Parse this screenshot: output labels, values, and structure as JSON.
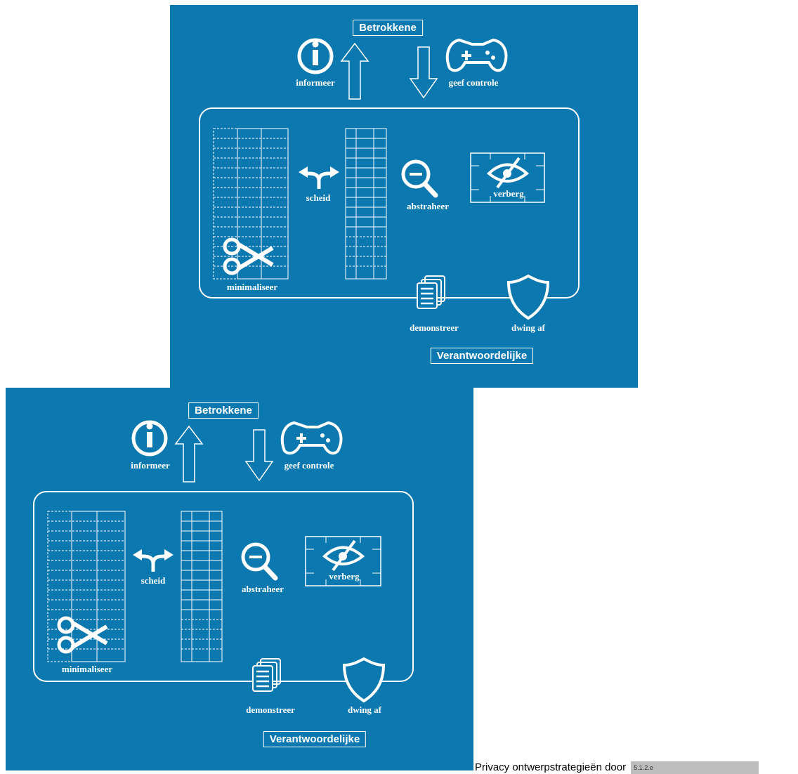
{
  "diagrams": [
    {
      "top_box": "Betrokkene",
      "bottom_box": "Verantwoordelijke",
      "labels": {
        "informeer": "informeer",
        "geef_controle": "geef controle",
        "scheid": "scheid",
        "abstraheer": "abstraheer",
        "verberg": "verberg",
        "minimaliseer": "minimaliseer",
        "demonstreer": "demonstreer",
        "dwing_af": "dwing af"
      }
    },
    {
      "top_box": "Betrokkene",
      "bottom_box": "Verantwoordelijke",
      "labels": {
        "informeer": "informeer",
        "geef_controle": "geef controle",
        "scheid": "scheid",
        "abstraheer": "abstraheer",
        "verberg": "verberg",
        "minimaliseer": "minimaliseer",
        "demonstreer": "demonstreer",
        "dwing_af": "dwing af"
      }
    }
  ],
  "caption": {
    "text": "Privacy ontwerpstrategieën door",
    "redacted_tag": "5.1.2.e"
  },
  "colors": {
    "panel": "#0c78b0",
    "foreground": "#ffffff"
  }
}
